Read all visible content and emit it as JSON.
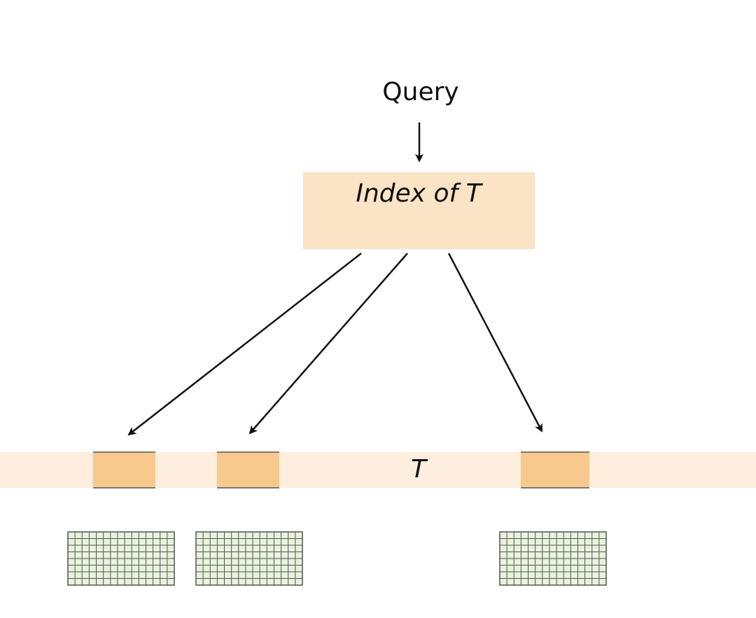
{
  "query_label": "Query",
  "index_box": {
    "label": "Index of T"
  },
  "text_strip": {
    "label": "T"
  },
  "colors": {
    "index_box_fill": "#fbe3c6",
    "strip_fill": "#fdeedd",
    "highlight_fill": "#f7c98d",
    "grid_fill": "#e9f2dc",
    "grid_line": "#555555",
    "arrow": "#111111"
  },
  "matches": {
    "count": 3
  },
  "grids": {
    "count": 3,
    "rows": 8,
    "cols": 15
  }
}
